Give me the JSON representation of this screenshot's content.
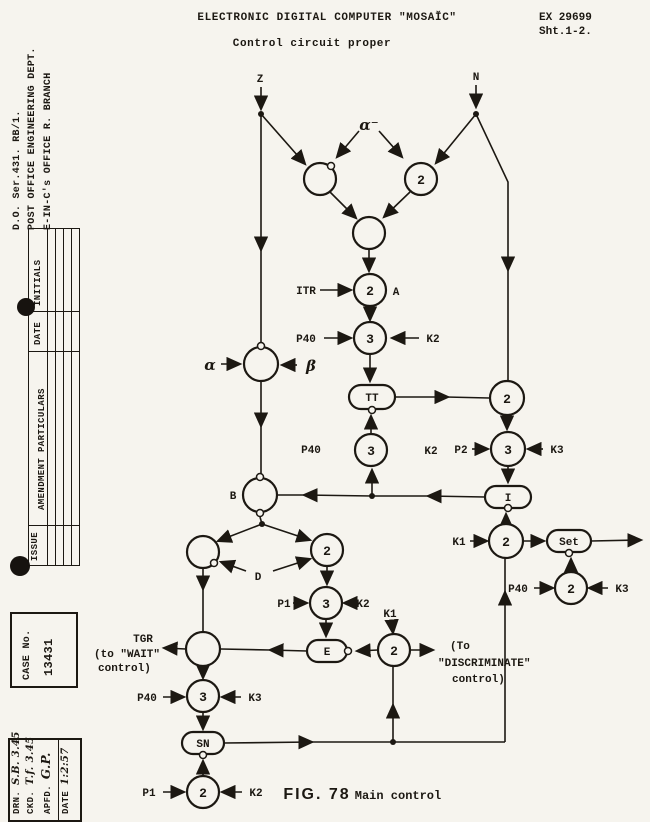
{
  "header": {
    "title": "ELECTRONIC DIGITAL COMPUTER \"MOSAĬC\"",
    "subtitle": "Control circuit proper",
    "doc_no": "EX 29699",
    "sheet": "Sht.1-2."
  },
  "margin": {
    "dept_lines": {
      "line1": "D.O. Ser.431.  RB/1.",
      "line2": "POST OFFICE ENGINEERING DEPT.",
      "line3": "E-IN-C's OFFICE R. BRANCH"
    },
    "amendment_table": {
      "col_initials": "INITIALS",
      "col_date": "DATE",
      "col_particulars": "AMENDMENT PARTICULARS",
      "col_issue": "ISSUE"
    },
    "case_box": {
      "label": "CASE No.",
      "number": "13431"
    },
    "approval_box": {
      "drn_label": "DRN.",
      "drn_value": "S.B. 3.45",
      "ckd_label": "CKD.",
      "ckd_value": "T.f. 3.45",
      "appd_label": "APFD.",
      "appd_value": "G.P.",
      "date_label": "DATE",
      "date_value": "1:2:57"
    }
  },
  "figure": {
    "label": "FIG. 78",
    "caption": "Main control"
  },
  "diagram": {
    "terminals": {
      "z": "Z",
      "n": "N"
    },
    "labels": {
      "alpha_bar": "α⁻",
      "itr": "ITR",
      "a": "A",
      "p40_top": "P40",
      "k2_top": "K2",
      "alpha": "α",
      "beta": "β",
      "p40_mid": "P40",
      "k2_mid": "K2",
      "p2": "P2",
      "k3_right": "K3",
      "b": "B",
      "d": "D",
      "k1_set": "K1",
      "p40_set": "P40",
      "k3_set": "K3",
      "p1_mid": "P1",
      "k2_mid2": "K2",
      "k1_disc": "K1",
      "p40_bot": "P40",
      "k3_bot": "K3",
      "p1_bot": "P1",
      "k2_bot": "K2"
    },
    "gates": {
      "top_right": "2",
      "itr": "2",
      "three_top": "3",
      "two_tt": "2",
      "three_mid": "3",
      "three_right": "3",
      "d_two": "2",
      "three_p1": "3",
      "two_k1": "2",
      "two_set": "2",
      "two_disc": "2",
      "three_bot": "3",
      "two_sn": "2"
    },
    "boxes": {
      "tt": "TT",
      "i": "I",
      "set": "Set",
      "e": "E",
      "sn": "SN"
    },
    "notes": {
      "tgr": "TGR",
      "wait_1": "(to \"WAIT\"",
      "wait_2": "control)",
      "disc_1": "(To",
      "disc_2": "\"DISCRIMINATE\"",
      "disc_3": "control)"
    }
  }
}
